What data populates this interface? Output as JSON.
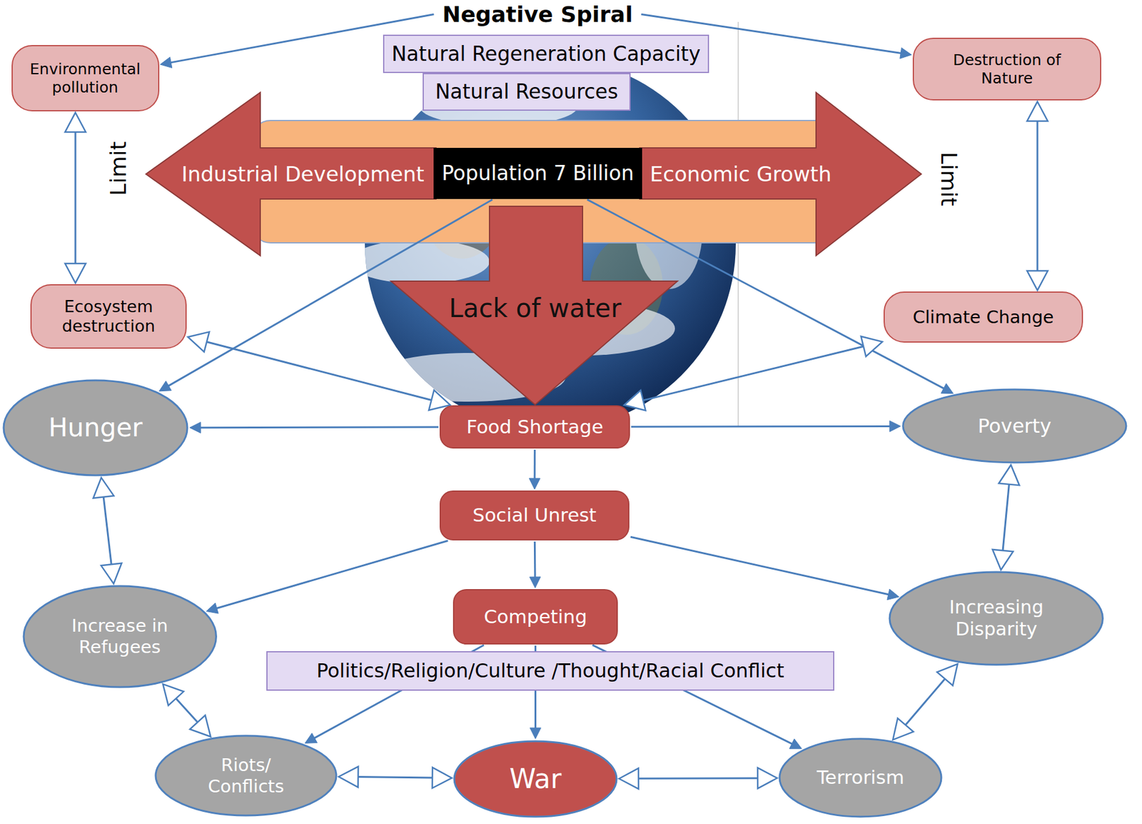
{
  "diagram": {
    "title": "Negative Spiral",
    "nodes": [
      {
        "text": [
          "Natural Regeneration Capacity"
        ]
      },
      {
        "text": [
          "Natural Resources"
        ]
      },
      {
        "text": [
          "Environmental pollution"
        ]
      },
      {
        "text": [
          "Destruction of Nature"
        ]
      },
      {
        "text": [
          "Industrial Development"
        ]
      },
      {
        "text": [
          "Population 7 Billion"
        ]
      },
      {
        "text": [
          "Economic Growth"
        ]
      },
      {
        "text": [
          "Lack of water"
        ]
      },
      {
        "text": [
          "Ecosystem destruction"
        ]
      },
      {
        "text": [
          "Climate Change"
        ]
      },
      {
        "text": [
          "Hunger"
        ]
      },
      {
        "text": [
          "Food Shortage"
        ]
      },
      {
        "text": [
          "Poverty"
        ]
      },
      {
        "text": [
          "Social Unrest"
        ]
      },
      {
        "text": [
          "Increase in Refugees"
        ]
      },
      {
        "text": [
          "Competing"
        ]
      },
      {
        "text": [
          "Increasing Disparity"
        ]
      },
      {
        "text": [
          "Politics/Religion/Culture /Thought/Racial Conflict"
        ]
      },
      {
        "text": [
          "Riots/ Conflicts"
        ]
      },
      {
        "text": [
          "War"
        ]
      },
      {
        "text": [
          "Terrorism"
        ]
      }
    ],
    "edges": [
      {
        "from": 2,
        "to": 8,
        "arrow": "both"
      },
      {
        "from": 3,
        "to": 9,
        "arrow": "both"
      },
      {
        "from": 5,
        "to": 10,
        "arrow": "to"
      },
      {
        "from": 5,
        "to": 12,
        "arrow": "to"
      },
      {
        "from": 8,
        "to": 11,
        "arrow": "both"
      },
      {
        "from": 9,
        "to": 11,
        "arrow": "both"
      },
      {
        "from": 11,
        "to": 10,
        "arrow": "to"
      },
      {
        "from": 11,
        "to": 12,
        "arrow": "to"
      },
      {
        "from": 11,
        "to": 13,
        "arrow": "to"
      },
      {
        "from": 13,
        "to": 14,
        "arrow": "to"
      },
      {
        "from": 13,
        "to": 15,
        "arrow": "to"
      },
      {
        "from": 13,
        "to": 16,
        "arrow": "to"
      },
      {
        "from": 10,
        "to": 14,
        "arrow": "both"
      },
      {
        "from": 12,
        "to": 16,
        "arrow": "both"
      },
      {
        "from": 14,
        "to": 18,
        "arrow": "both"
      },
      {
        "from": 16,
        "to": 20,
        "arrow": "both"
      },
      {
        "from": 15,
        "to": 18,
        "arrow": "to"
      },
      {
        "from": 15,
        "to": 19,
        "arrow": "to"
      },
      {
        "from": 15,
        "to": 20,
        "arrow": "to"
      },
      {
        "from": 18,
        "to": 19,
        "arrow": "both"
      },
      {
        "from": 19,
        "to": 20,
        "arrow": "both"
      }
    ],
    "labels": [
      "Limit",
      "Limit"
    ]
  }
}
